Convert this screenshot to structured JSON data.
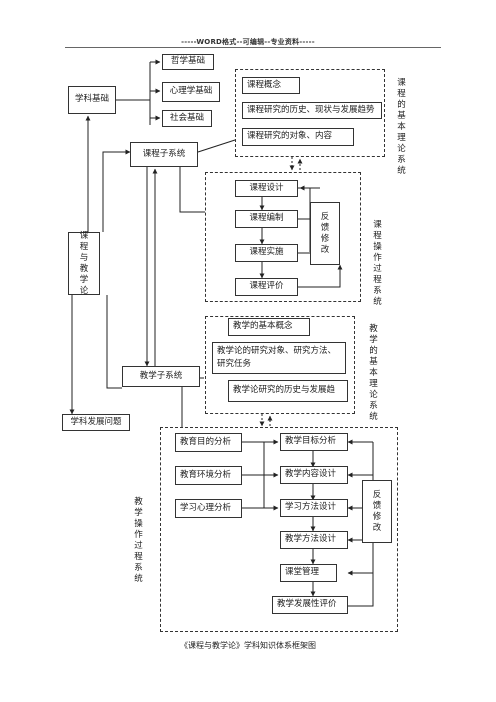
{
  "header": "-----WORD格式--可编辑--专业资料-----",
  "caption": "《课程与教学论》学科知识体系框架图",
  "nodes": {
    "root": "课程与教学论",
    "discipline_foundation": "学科基础",
    "philosophy": "哲学基础",
    "psychology": "心理学基础",
    "sociology": "社会基础",
    "curriculum_subsystem": "课程子系统",
    "teaching_subsystem": "教学子系统",
    "discipline_issues": "学科发展问题"
  },
  "curriculum_theory": {
    "label": "课程的基本理论系统",
    "items": [
      "课程概念",
      "课程研究的历史、现状与发展趋势",
      "课程研究的对象、内容"
    ]
  },
  "curriculum_process": {
    "label": "课程操作过程系统",
    "steps": [
      "课程设计",
      "课程编制",
      "课程实施",
      "课程评价"
    ],
    "feedback": "反馈修改"
  },
  "teaching_theory": {
    "label": "教学的基本理论系统",
    "items": [
      "教学的基本概念",
      "教学论的研究对象、研究方法、研究任务",
      "教学论研究的历史与发展趋"
    ]
  },
  "teaching_process": {
    "label": "教学操作过程系统",
    "inputs": [
      "教育目的分析",
      "教育环境分析",
      "学习心理分析"
    ],
    "steps": [
      "教学目标分析",
      "教学内容设计",
      "学习方法设计",
      "教学方法设计",
      "课堂管理",
      "教学发展性评价"
    ],
    "feedback": "反馈修改"
  }
}
